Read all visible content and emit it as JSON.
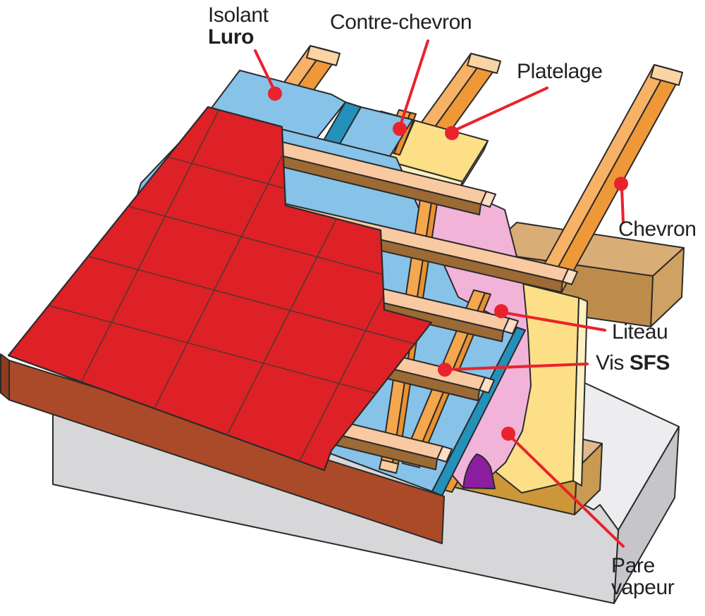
{
  "diagram": {
    "type": "roof-construction-cutaway",
    "labels": {
      "isolant_line1": "Isolant",
      "isolant_line2": "Luro",
      "contre_chevron": "Contre-chevron",
      "platelage": "Platelage",
      "chevron": "Chevron",
      "liteau": "Liteau",
      "vis_prefix": "Vis ",
      "vis_bold": "SFS",
      "pare_line1": "Pare",
      "pare_line2": "vapeur"
    },
    "colors": {
      "tile_red": "#dd2127",
      "tile_line": "#4a382e",
      "fascia_brown": "#ab4a28",
      "fascia_end": "#8f3c1f",
      "concrete_top": "#ededef",
      "concrete_front": "#d7d7da",
      "concrete_side": "#c6c6ca",
      "wallplate_front": "#cd9739",
      "wallplate_top": "#dfba8c",
      "wallplate_end": "#c89a52",
      "purlin_front": "#bd8c4c",
      "purlin_top": "#d9ad76",
      "purlin_end": "#cfa263",
      "rafter_light": "#f7b266",
      "rafter_dark": "#ef9838",
      "rafter_end": "#fbd4a4",
      "decking_yellow": "#fcdf86",
      "decking_edge": "#fdf0c2",
      "membrane_pink": "#f2b3d9",
      "membrane_purple": "#8b1e9e",
      "insulation_blue": "#87c2e8",
      "insulation_teal": "#2391ba",
      "counterbatten_light": "#f5a74e",
      "counterbatten_dark": "#e9912f",
      "counterbatten_end": "#f8cd9b",
      "batten_top": "#f9c9a2",
      "batten_front": "#9c6a34",
      "batten_end": "#fdddc5",
      "leader_red": "#e8232d",
      "outline": "#2b2b2b",
      "label_text": "#231f20",
      "background": "#ffffff"
    }
  }
}
